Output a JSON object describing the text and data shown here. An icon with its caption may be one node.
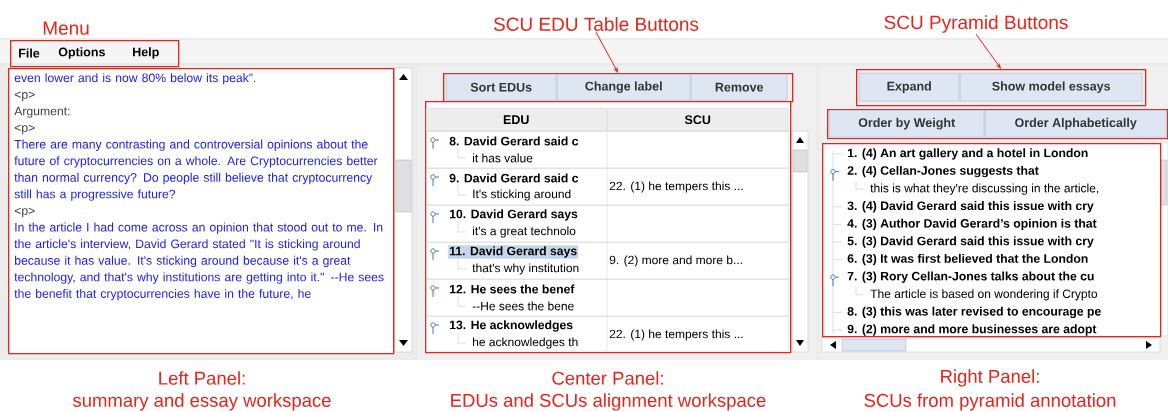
{
  "diagram": {
    "nodes": [
      {
        "text": [
          "File",
          "Options",
          "Help"
        ],
        "beside": [
          "Menu"
        ]
      },
      {
        "text": [
          "even lower and is now 80% below its peak”.",
          "<p>",
          "Argument:",
          "<p>",
          "There are many contrasting and controversial opinions about the future of cryptocurrencies on a whole. Are Cryptocurrencies better than normal currency?  Do people still believe that cryptocurrency still has a progressive future?",
          "<p>",
          "In the article I had come across an opinion that stood out to me. In the article's interview, David Gerard stated \"It is sticking around because it has value. It's sticking around because it's a great technology, and that's why institutions are getting into it.\" --He sees the benefit that cryptocurrencies have in the future, he"
        ]
      },
      {
        "text": [
          "SCU EDU Table Buttons"
        ]
      },
      {
        "text": [
          "Sort EDUs",
          "Change label",
          "Remove"
        ]
      },
      {
        "text": [
          "EDU",
          "SCU"
        ]
      },
      {
        "text": [
          "8. David Gerard said c",
          "it has value"
        ],
        "in": 4
      },
      {
        "text": [
          "9. David Gerard said c",
          "It's sticking around",
          "22. (1) he tempers this ..."
        ],
        "in": 4
      },
      {
        "text": [
          "10. David Gerard says",
          "it's a great technolo"
        ],
        "in": 4
      },
      {
        "text": [
          "11. David Gerard says",
          "that's why institution",
          "9. (2) more and more b..."
        ],
        "in": 4
      },
      {
        "text": [
          "12. He sees the benef",
          "--He sees the bene"
        ],
        "in": 4
      },
      {
        "text": [
          "13. He acknowledges",
          "he acknowledges th",
          "22. (1) he tempers this ..."
        ],
        "in": 4
      },
      {
        "text": [
          "SCU Pyramid Buttons"
        ]
      },
      {
        "text": [
          "Expand",
          "Show model essays"
        ]
      },
      {
        "text": [
          "Order by Weight",
          "Order Alphabetically"
        ]
      },
      {
        "text": [
          "1. (4) An art gallery and a hotel in London",
          "2. (4) Cellan-Jones suggests that",
          "this is what they're discussing in the article,",
          "3. (4) David Gerard said this issue with cry",
          "4. (3) Author David Gerard’s opinion is that",
          "5. (3) David Gerard said this issue with cry",
          "6. (3) It was first believed that the London",
          "7. (3) Rory Cellan-Jones talks about the cu",
          "The article is based on wondering if Crypto",
          "8. (3) this was later revised to encourage pe",
          "9. (2) more and more businesses are adopt"
        ]
      }
    ],
    "edges": [
      {
        "from": 2,
        "to": 3,
        "arrow": "to"
      },
      {
        "from": 11,
        "to": 12,
        "arrow": "to"
      }
    ],
    "labels": [
      "Left Panel:",
      "summary and essay workspace",
      "Center Panel:",
      "EDUs and SCUs alignment workspace",
      "Right Panel:",
      "SCUs from pyramid annotation"
    ]
  }
}
